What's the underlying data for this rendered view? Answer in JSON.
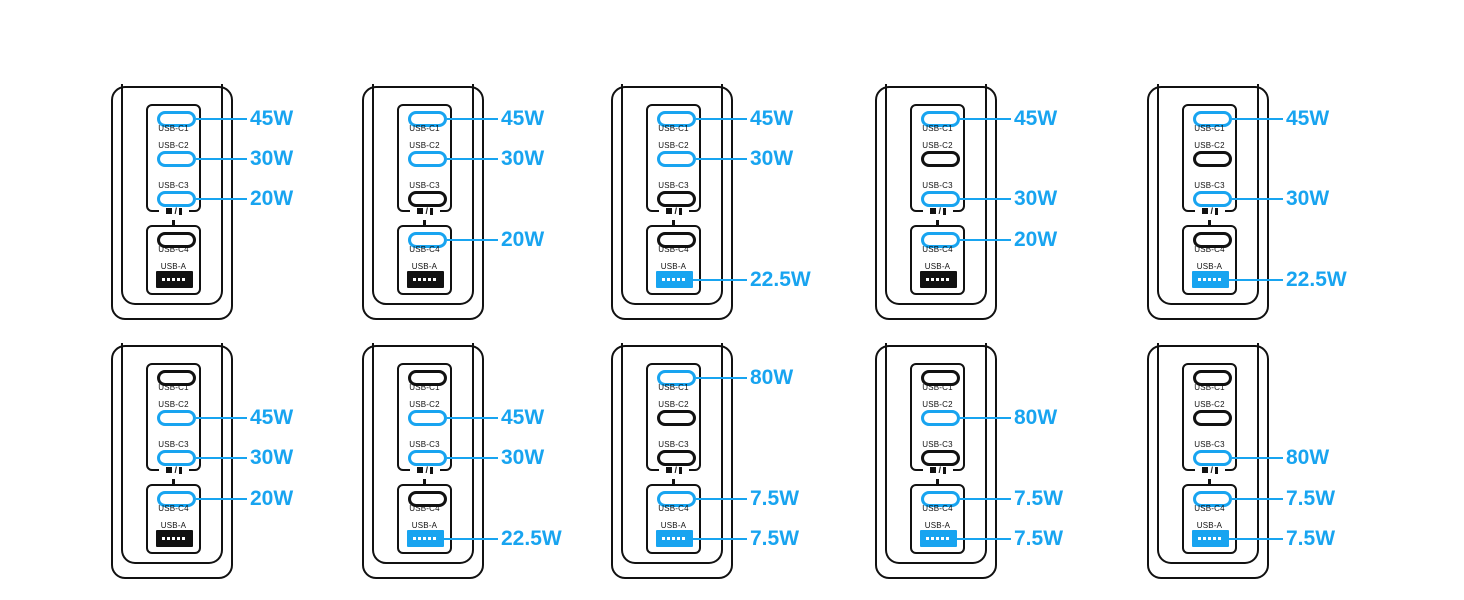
{
  "accent_color": "#18a4f0",
  "port_labels": {
    "c1": "USB-C1",
    "c2": "USB-C2",
    "c3": "USB-C3",
    "c4": "USB-C4",
    "a": "USB-A"
  },
  "separator_icon": "laptop-or-phone-icon",
  "configurations": [
    {
      "c1": "45W",
      "c2": "30W",
      "c3": "20W",
      "c4": null,
      "a": null
    },
    {
      "c1": "45W",
      "c2": "30W",
      "c3": null,
      "c4": "20W",
      "a": null
    },
    {
      "c1": "45W",
      "c2": "30W",
      "c3": null,
      "c4": null,
      "a": "22.5W"
    },
    {
      "c1": "45W",
      "c2": null,
      "c3": "30W",
      "c4": "20W",
      "a": null
    },
    {
      "c1": "45W",
      "c2": null,
      "c3": "30W",
      "c4": null,
      "a": "22.5W"
    },
    {
      "c1": null,
      "c2": "45W",
      "c3": "30W",
      "c4": "20W",
      "a": null
    },
    {
      "c1": null,
      "c2": "45W",
      "c3": "30W",
      "c4": null,
      "a": "22.5W"
    },
    {
      "c1": "80W",
      "c2": null,
      "c3": null,
      "c4": "7.5W",
      "a": "7.5W"
    },
    {
      "c1": null,
      "c2": "80W",
      "c3": null,
      "c4": "7.5W",
      "a": "7.5W"
    },
    {
      "c1": null,
      "c2": null,
      "c3": "80W",
      "c4": "7.5W",
      "a": "7.5W"
    }
  ]
}
